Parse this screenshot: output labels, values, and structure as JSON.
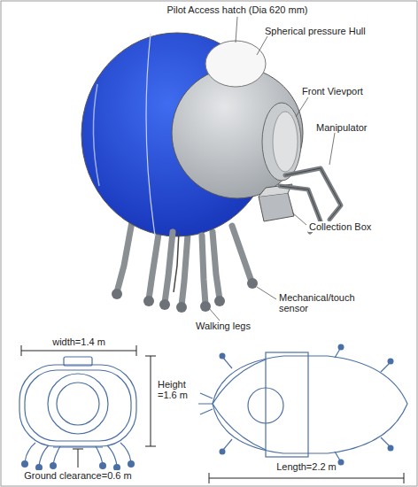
{
  "diagram": {
    "labels": [
      "Pilot Access hatch (Dia 620 mm)",
      "Spherical pressure Hull",
      "Front Vievport",
      "Manipulator",
      "Collection Box",
      "Walking legs",
      "Mechanical/touch sensor",
      "width=1.4 m",
      "Height =1.6 m",
      "Ground clearance=0.6 m",
      "Length=2.2 m"
    ]
  }
}
